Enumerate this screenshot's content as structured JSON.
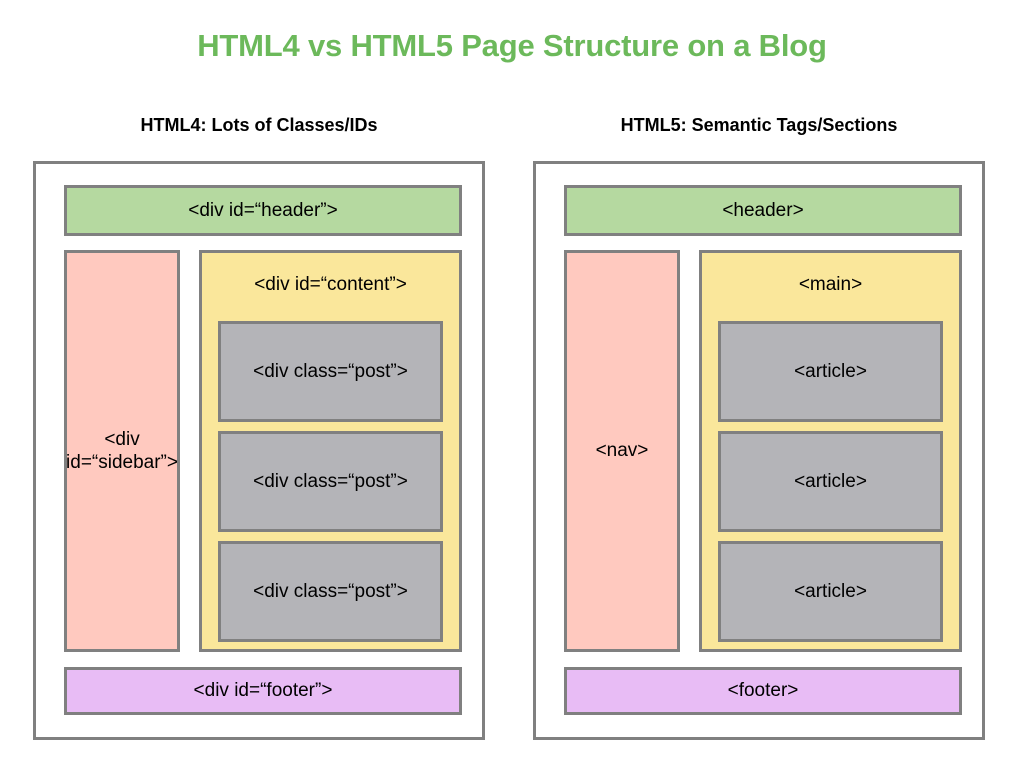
{
  "title": "HTML4 vs HTML5 Page Structure on a Blog",
  "colors": {
    "title_green": "#6cb95b",
    "header_green": "#b5d9a0",
    "sidebar_pink": "#ffc9bf",
    "content_yellow": "#fae79b",
    "post_gray": "#b4b4b8",
    "footer_purple": "#e8bcf5",
    "border_gray": "#808080"
  },
  "panels": [
    {
      "subheading": "HTML4: Lots of Classes/IDs",
      "header": "<div id=“header”>",
      "sidebar": "<div id=“sidebar”>",
      "content": "<div id=“content”>",
      "items": [
        "<div class=“post”>",
        "<div class=“post”>",
        "<div class=“post”>"
      ],
      "footer": "<div id=“footer”>"
    },
    {
      "subheading": "HTML5: Semantic Tags/Sections",
      "header": "<header>",
      "sidebar": "<nav>",
      "content": "<main>",
      "items": [
        "<article>",
        "<article>",
        "<article>"
      ],
      "footer": "<footer>"
    }
  ]
}
